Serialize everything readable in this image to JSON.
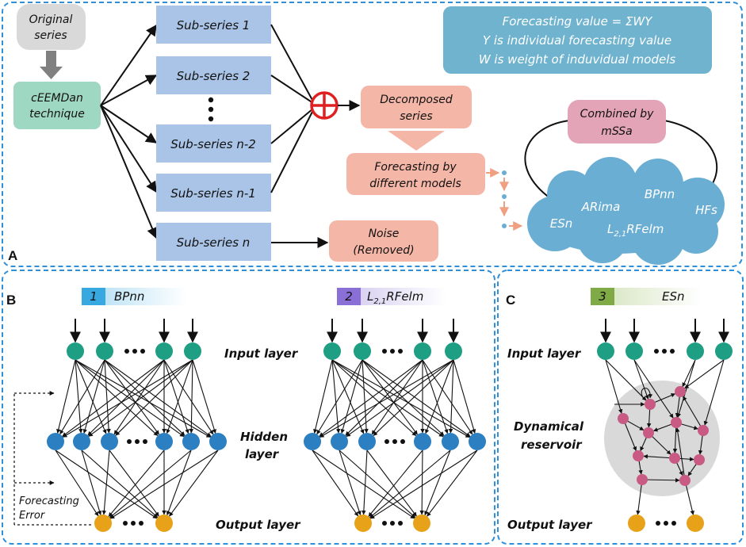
{
  "panel_labels": {
    "a": "A",
    "b": "B",
    "c": "C"
  },
  "panel_a": {
    "original_series": [
      "Original",
      "series"
    ],
    "ceemdan": [
      "cEEMDan",
      "technique"
    ],
    "subseries": [
      "Sub-series 1",
      "Sub-series 2",
      "Sub-series n-2",
      "Sub-series n-1",
      "Sub-series n"
    ],
    "decomposed": [
      "Decomposed",
      "series"
    ],
    "forecasting": [
      "Forecasting by",
      "different models"
    ],
    "noise": [
      "Noise",
      "(Removed)"
    ],
    "combined": [
      "Combined by",
      "mSSa"
    ],
    "models": {
      "arima": "ARima",
      "bpnn": "BPnn",
      "esn": "ESn",
      "hfs": "HFs",
      "l21_main": "L",
      "l21_sub": "2,1",
      "l21_rest": "RFelm"
    },
    "formula": [
      "Forecasting value = ΣWY",
      "Y is individual forecasting value",
      "W is weight of induvidual models"
    ]
  },
  "panel_b": {
    "model1": {
      "num": "1",
      "name": "BPnn"
    },
    "model2": {
      "num": "2",
      "name_main": "L",
      "name_sub": "2,1",
      "name_rest": "RFelm"
    },
    "input_layer": "Input layer",
    "hidden_layer": [
      "Hidden",
      "layer"
    ],
    "output_layer": "Output layer",
    "feedback": [
      "Forecasting",
      "Error"
    ]
  },
  "panel_c": {
    "model3": {
      "num": "3",
      "name": "ESn"
    },
    "input_layer": "Input layer",
    "reservoir": [
      "Dynamical",
      "reservoir"
    ],
    "output_layer": "Output layer"
  },
  "colors": {
    "dashed_border": "#2f8fd8",
    "subseries_box": "#a9c4e6",
    "ceemdan_box": "#9fd8c2",
    "original_box": "#d9d9d9",
    "salmon_box": "#f4b6a6",
    "combined_box": "#e3a4b8",
    "cloud": "#6baed3",
    "formula_box": "#6fb3cf",
    "input_node": "#1e9e82",
    "hidden_node": "#2c7fc1",
    "output_node": "#e8a21a",
    "reservoir_node": "#c85a83",
    "reservoir_bg": "#d9d9d9",
    "plus_circle": "#e02020"
  }
}
